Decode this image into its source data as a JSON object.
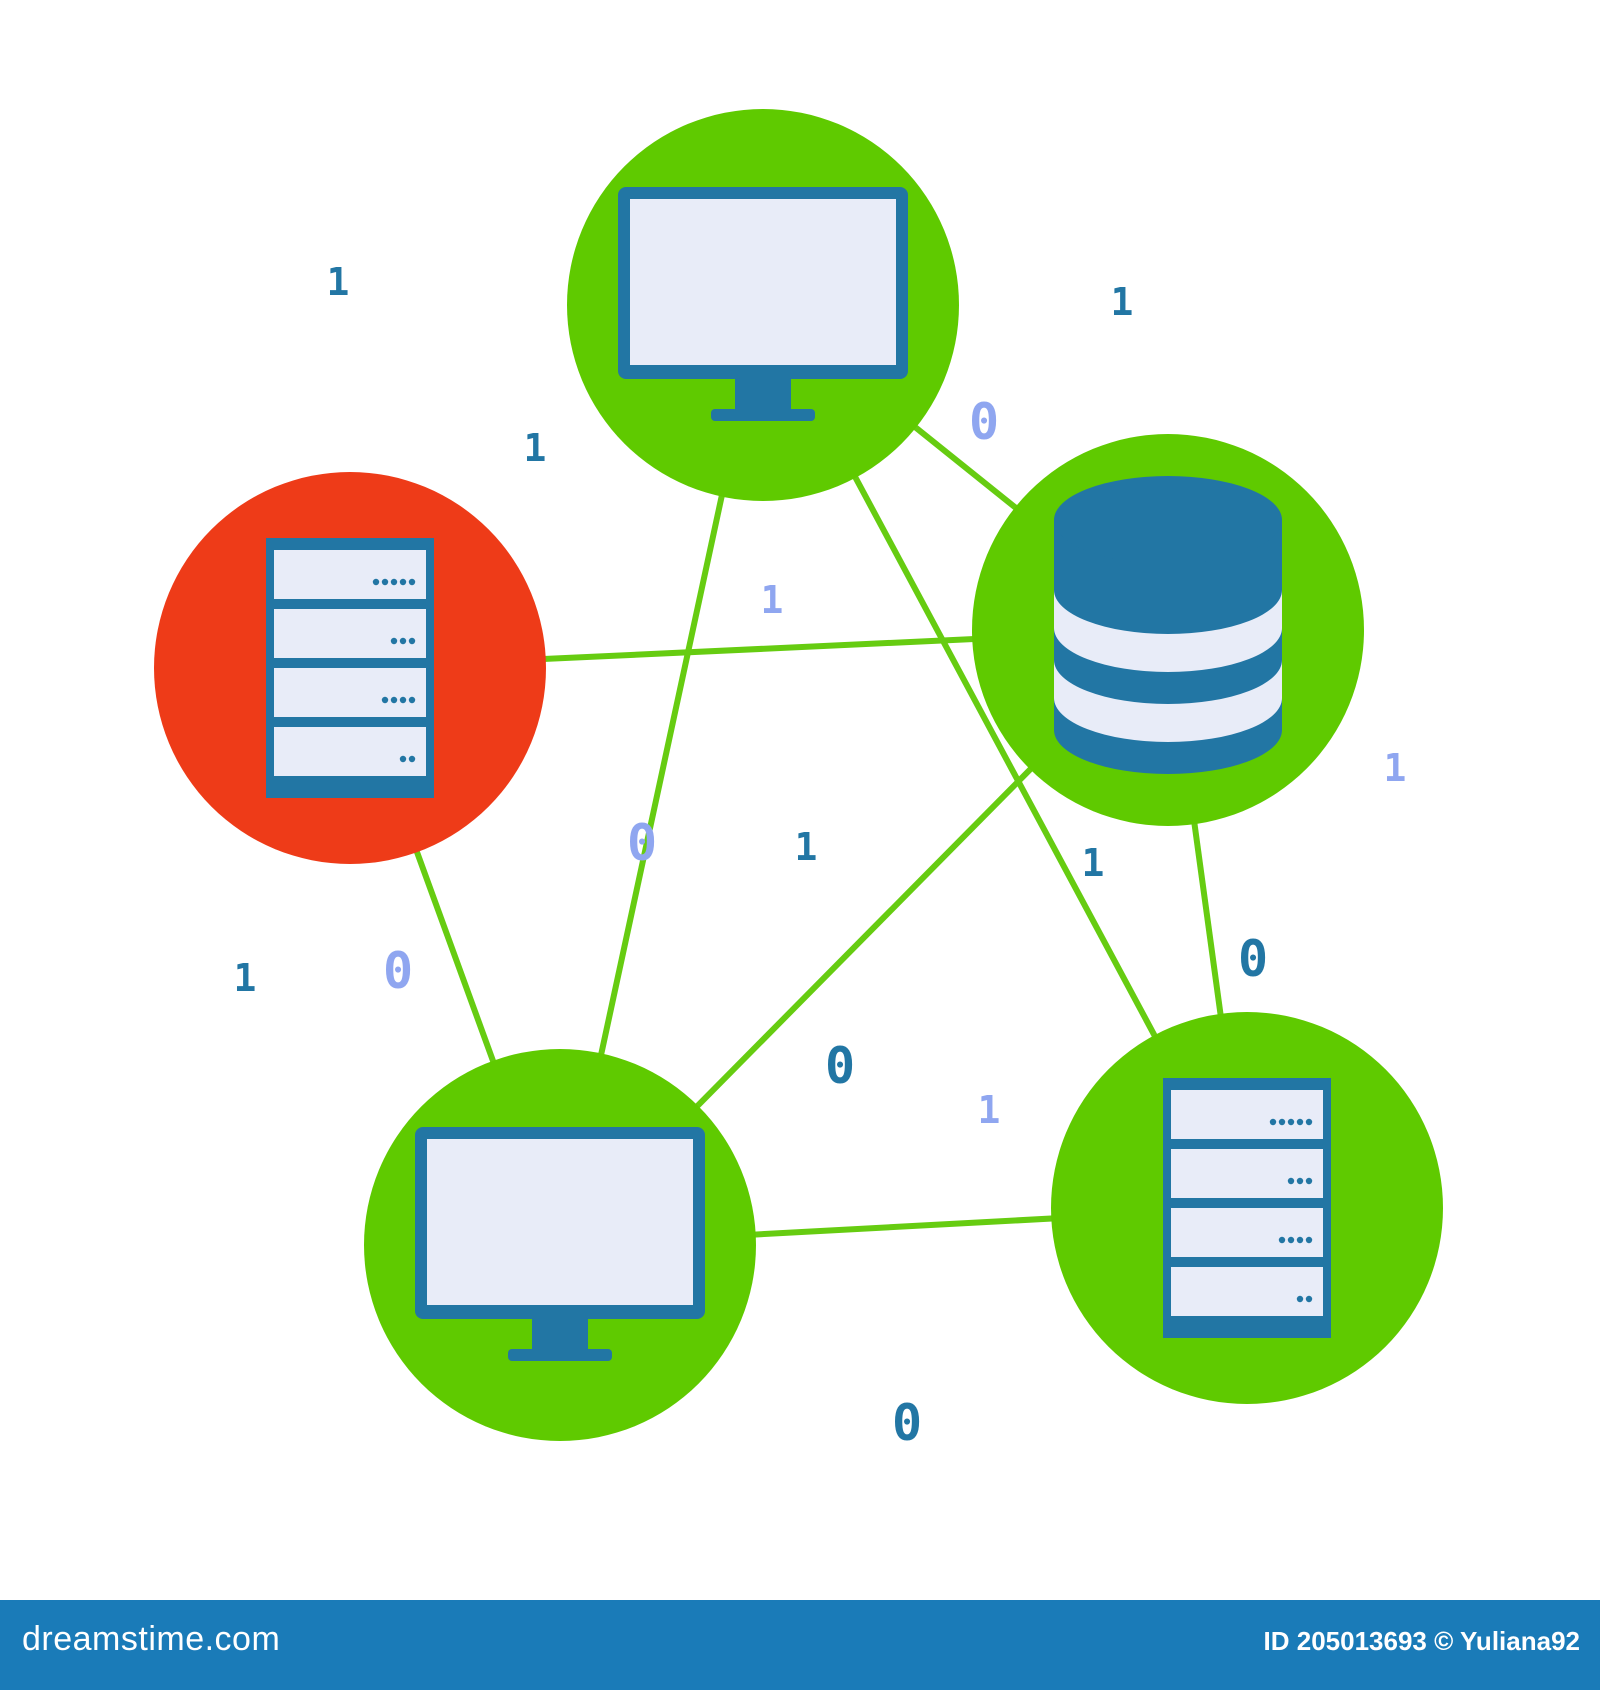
{
  "colors": {
    "link": "#66cc11",
    "node_ok": "#5fca00",
    "node_alert": "#ee3b18",
    "device_frame": "#2276a4",
    "device_screen": "#e8ecf8",
    "bit_dark": "#2276a4",
    "bit_light": "#8fa6f0",
    "footer_bg": "#1a7bb8"
  },
  "nodes": [
    {
      "id": "monitor-top",
      "icon": "monitor-icon",
      "status": "ok"
    },
    {
      "id": "database-right",
      "icon": "database-icon",
      "status": "ok"
    },
    {
      "id": "server-left",
      "icon": "server-rack-icon",
      "status": "alert"
    },
    {
      "id": "monitor-bottom",
      "icon": "monitor-icon",
      "status": "ok"
    },
    {
      "id": "server-bottom-right",
      "icon": "server-rack-icon",
      "status": "ok"
    }
  ],
  "links": [
    [
      "monitor-top",
      "database-right"
    ],
    [
      "monitor-top",
      "monitor-bottom"
    ],
    [
      "monitor-top",
      "server-bottom-right"
    ],
    [
      "server-left",
      "database-right"
    ],
    [
      "server-left",
      "monitor-bottom"
    ],
    [
      "database-right",
      "monitor-bottom"
    ],
    [
      "database-right",
      "server-bottom-right"
    ],
    [
      "monitor-bottom",
      "server-bottom-right"
    ]
  ],
  "bits": [
    {
      "text": "1",
      "tone": "dark"
    },
    {
      "text": "1",
      "tone": "dark"
    },
    {
      "text": "0",
      "tone": "light"
    },
    {
      "text": "1",
      "tone": "dark"
    },
    {
      "text": "1",
      "tone": "light"
    },
    {
      "text": "1",
      "tone": "light"
    },
    {
      "text": "0",
      "tone": "light"
    },
    {
      "text": "1",
      "tone": "dark"
    },
    {
      "text": "1",
      "tone": "dark"
    },
    {
      "text": "1",
      "tone": "dark"
    },
    {
      "text": "0",
      "tone": "light"
    },
    {
      "text": "0",
      "tone": "dark"
    },
    {
      "text": "0",
      "tone": "dark"
    },
    {
      "text": "1",
      "tone": "light"
    },
    {
      "text": "0",
      "tone": "dark"
    }
  ],
  "footer": {
    "brand": "dreamstime.com",
    "credit": "ID 205013693 © Yuliana92"
  }
}
